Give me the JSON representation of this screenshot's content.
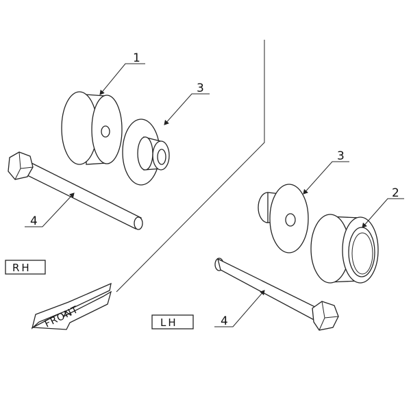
{
  "labels": {
    "callout_1": "1",
    "callout_2": "2",
    "callout_3_rh": "3",
    "callout_3_lh": "3",
    "callout_4_rh": "4",
    "callout_4_lh": "4",
    "side_rh": "RH",
    "side_lh": "LH",
    "front_arrow": "FRONT"
  },
  "colors": {
    "line": "#222222",
    "background": "#ffffff"
  }
}
